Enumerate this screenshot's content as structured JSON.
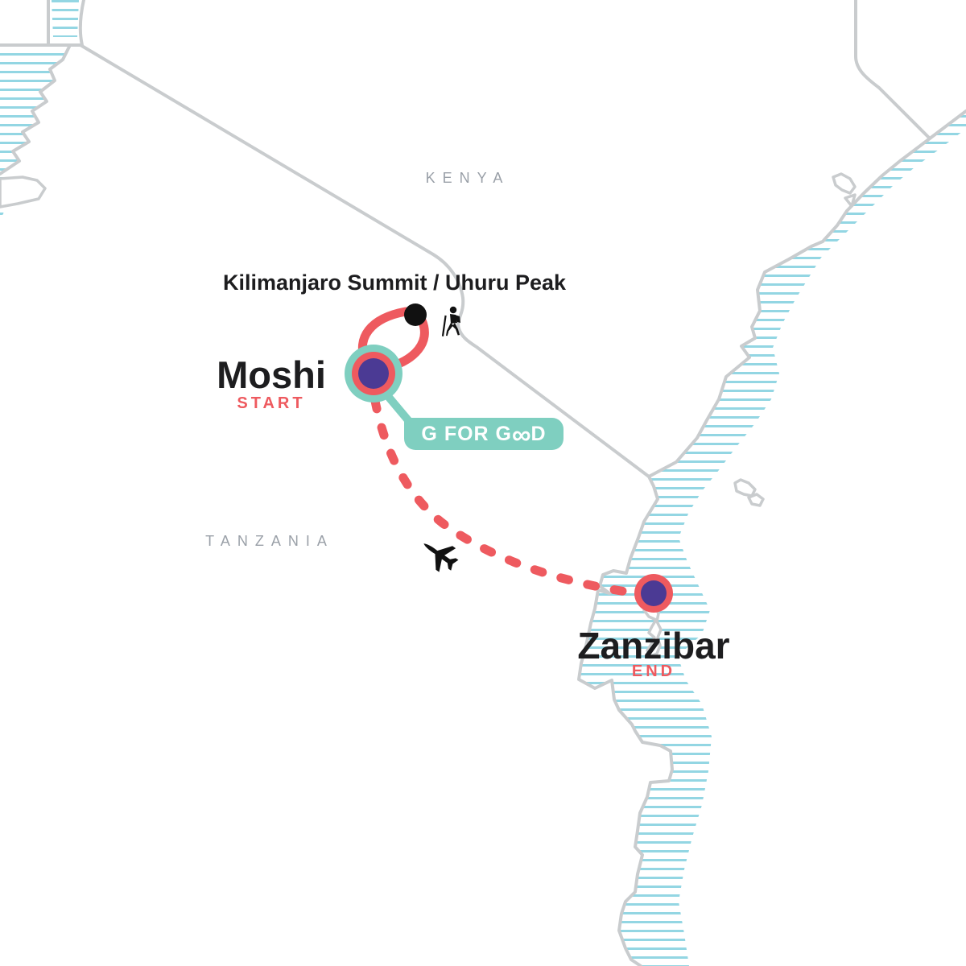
{
  "region_labels": {
    "kenya": "KENYA",
    "tanzania": "TANZANIA"
  },
  "locations": {
    "moshi": {
      "name": "Moshi",
      "status": "START"
    },
    "zanzibar": {
      "name": "Zanzibar",
      "status": "END"
    },
    "summit": {
      "name": "Kilimanjaro Summit / Uhuru Peak"
    }
  },
  "badge": {
    "prefix": "G FOR G",
    "infinity": "∞",
    "suffix": "D",
    "reading": "G FOR GOOD"
  },
  "routes": [
    {
      "id": "trek-loop",
      "from": "Moshi",
      "to": "Kilimanjaro Summit / Uhuru Peak",
      "style": "solid"
    },
    {
      "id": "flight",
      "from": "Moshi",
      "to": "Zanzibar",
      "style": "dashed",
      "icon": "airplane-icon"
    }
  ],
  "icons": {
    "airplane": "airplane-icon",
    "hiker": "hiker-icon",
    "summit_point": "summit-dot"
  },
  "colors": {
    "route_red": "#EE5A5F",
    "teal": "#7FCFC0",
    "marker_purple": "#4B3A94",
    "water_hatch": "#93D6E3",
    "boundary_gray": "#C9CCCE",
    "country_label_gray": "#9AA0A8",
    "text_black": "#1D1D1F",
    "background": "#FFFFFF"
  }
}
